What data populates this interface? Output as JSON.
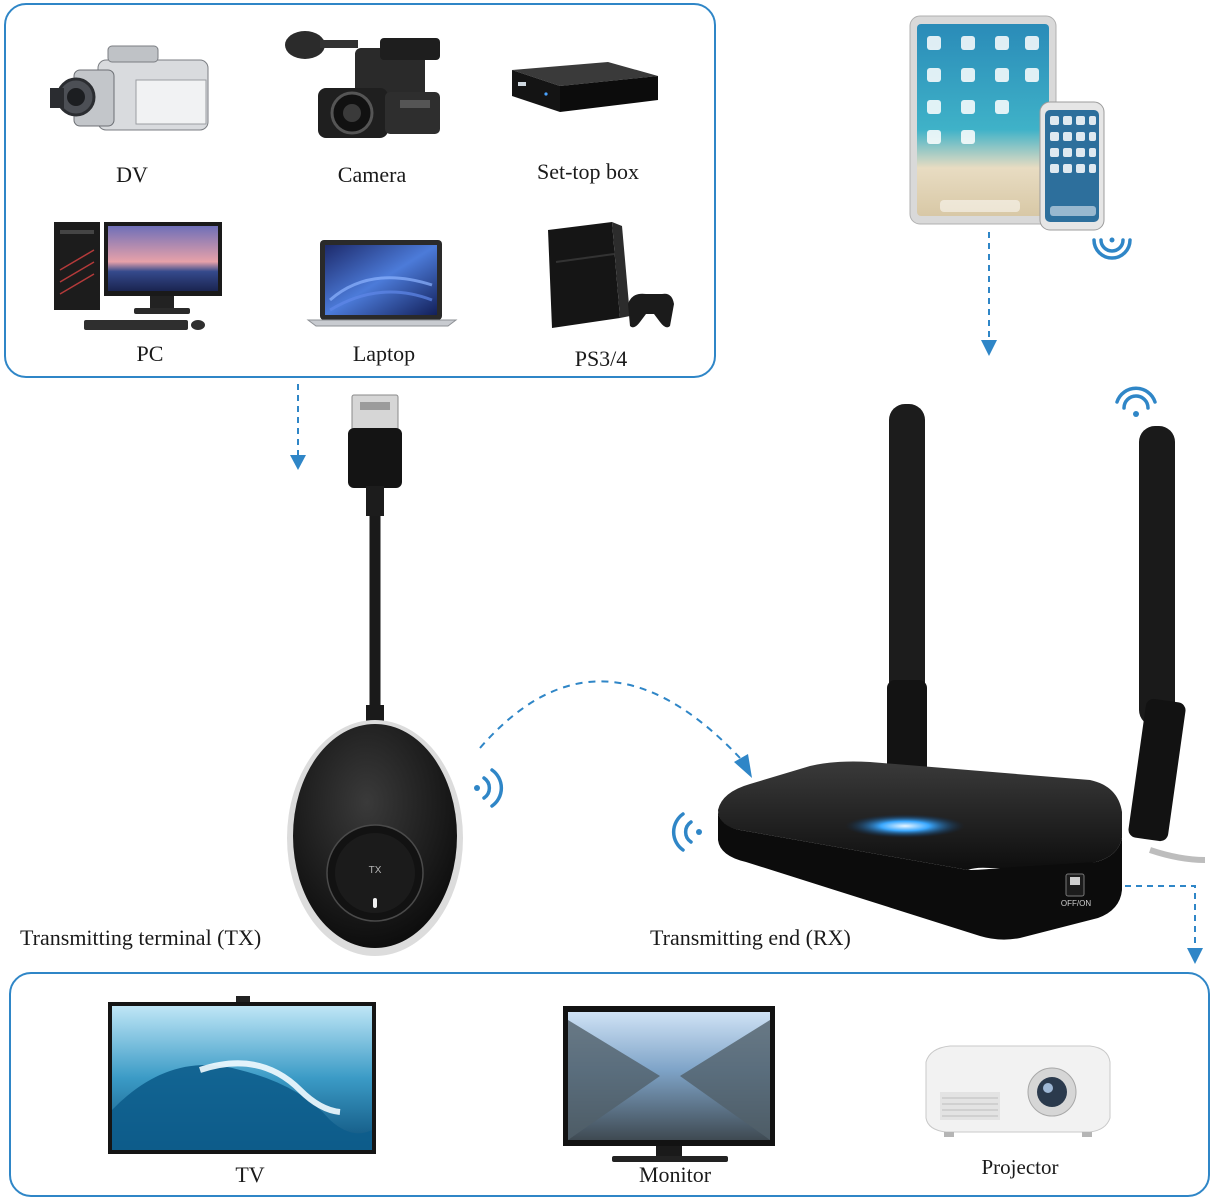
{
  "source_devices": [
    {
      "id": "dv",
      "label": "DV"
    },
    {
      "id": "camera",
      "label": "Camera"
    },
    {
      "id": "set-top-box",
      "label": "Set-top box"
    },
    {
      "id": "pc",
      "label": "PC"
    },
    {
      "id": "laptop",
      "label": "Laptop"
    },
    {
      "id": "ps",
      "label": "PS3/4"
    }
  ],
  "tx": {
    "label": "Transmitting terminal (TX)",
    "button_text": "TX"
  },
  "rx": {
    "label": "Transmitting end (RX)",
    "switch_text": "OFF/ON"
  },
  "display_devices": [
    {
      "id": "tv",
      "label": "TV"
    },
    {
      "id": "monitor",
      "label": "Monitor"
    },
    {
      "id": "projector",
      "label": "Projector"
    }
  ],
  "colors": {
    "accent": "#2f86c7",
    "device": "#111111",
    "rx_light": "#3aa8ff"
  },
  "icons": [
    "wifi-icon",
    "arrow-down-icon",
    "wireless-signal-icon"
  ]
}
